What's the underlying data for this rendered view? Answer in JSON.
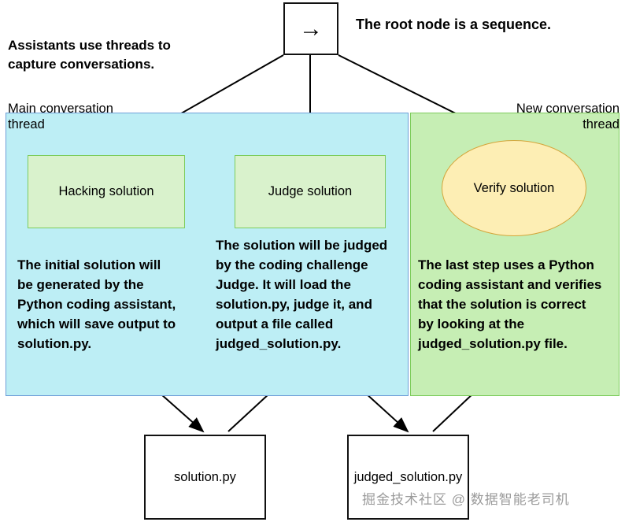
{
  "diagram": {
    "root": {
      "icon": "right-arrow-icon",
      "glyph": "→",
      "caption": "The root node is a sequence."
    },
    "notes": {
      "top_left": "Assistants use threads to\ncapture conversations.",
      "left": "The initial solution will\nbe generated by the\nPython coding assistant,\nwhich will save output to\nsolution.py.",
      "middle": "The solution will be judged\nby the coding challenge\nJudge. It will load the\nsolution.py, judge it, and\noutput a file called\njudged_solution.py.",
      "right": "The last step uses a Python\ncoding assistant and verifies\nthat the solution is correct\nby looking at the\njudged_solution.py file."
    },
    "panels": [
      {
        "id": "main-conversation-thread",
        "caption": "Main conversation\nthread",
        "fill": "#bdeef5",
        "stroke": "#6f9fd8"
      },
      {
        "id": "new-conversation-thread",
        "caption": "New conversation\nthread",
        "fill": "#c6eeb4",
        "stroke": "#7dcc5c"
      }
    ],
    "nodes": {
      "hacking": "Hacking solution",
      "judge": "Judge solution",
      "verify": "Verify solution"
    },
    "files": {
      "solution": "solution.py",
      "judged": "judged_solution.py"
    },
    "colors": {
      "task_fill": "#d9f2cc",
      "task_stroke": "#7dcc5c",
      "ellipse_fill": "#fdeeb4",
      "ellipse_stroke": "#d4a53a",
      "edge": "#000000"
    }
  },
  "watermark": {
    "text": "掘金技术社区 @ 数据智能老司机"
  }
}
